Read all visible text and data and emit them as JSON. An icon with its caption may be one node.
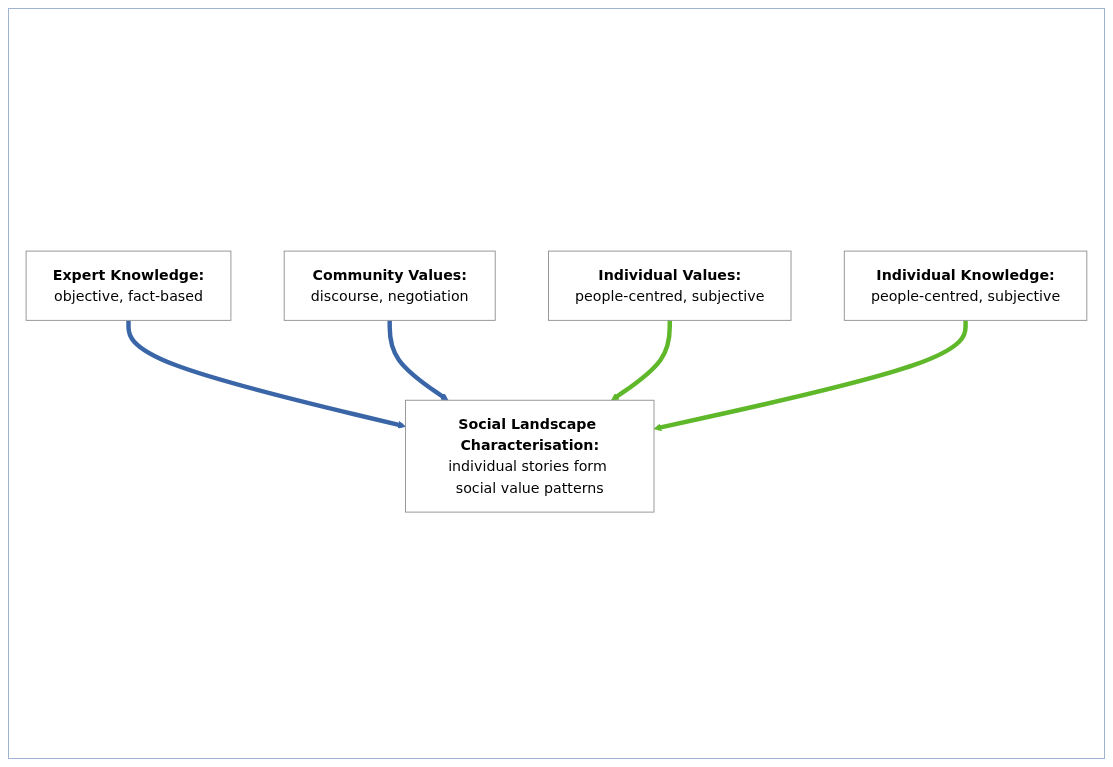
{
  "diagram": {
    "nodes": [
      {
        "text": [
          "Expert Knowledge:",
          "objective, fact-based"
        ]
      },
      {
        "text": [
          "Community Values:",
          "discourse, negotiation"
        ]
      },
      {
        "text": [
          "Social Landscape Characterisation:",
          "individual stories form social value patterns"
        ]
      },
      {
        "text": [
          "Individual Values:",
          "people-centred, subjective"
        ]
      },
      {
        "text": [
          "Individual Knowledge:",
          "people-centred, subjective"
        ]
      }
    ],
    "edges": [
      {
        "from": 0,
        "to": 2,
        "arrow": "to",
        "color": "#3a66a8"
      },
      {
        "from": 1,
        "to": 2,
        "arrow": "to",
        "color": "#3a66a8"
      },
      {
        "from": 3,
        "to": 2,
        "arrow": "to",
        "color": "#5eb82a"
      },
      {
        "from": 4,
        "to": 2,
        "arrow": "to",
        "color": "#5eb82a"
      }
    ]
  }
}
